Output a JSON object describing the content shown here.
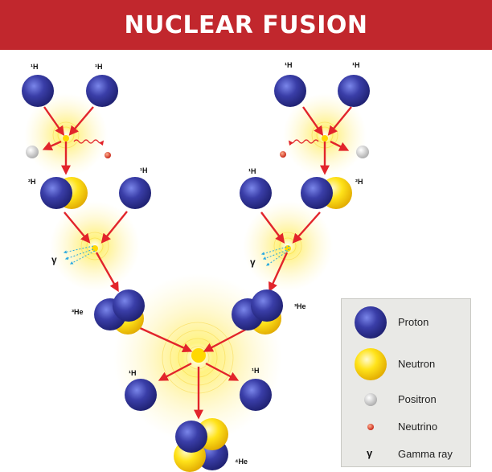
{
  "title": "NUCLEAR FUSION",
  "labels": {
    "h1": "¹H",
    "h2": "²H",
    "he3": "³He",
    "he4": "⁴He",
    "gamma": "γ"
  },
  "legend": {
    "proton": "Proton",
    "neutron": "Neutron",
    "positron": "Positron",
    "neutrino": "Neutrino",
    "gamma_symbol": "γ",
    "gamma_ray": "Gamma ray"
  },
  "colors": {
    "title_bg": "#c1272d",
    "proton": "#2b2e8f",
    "neutron": "#f2d800",
    "neutrino": "#e03a1f",
    "positron": "#d8d8d8",
    "arrow": "#e2242b",
    "glow": "#fff199",
    "gamma_ray": "#29a9e1"
  }
}
